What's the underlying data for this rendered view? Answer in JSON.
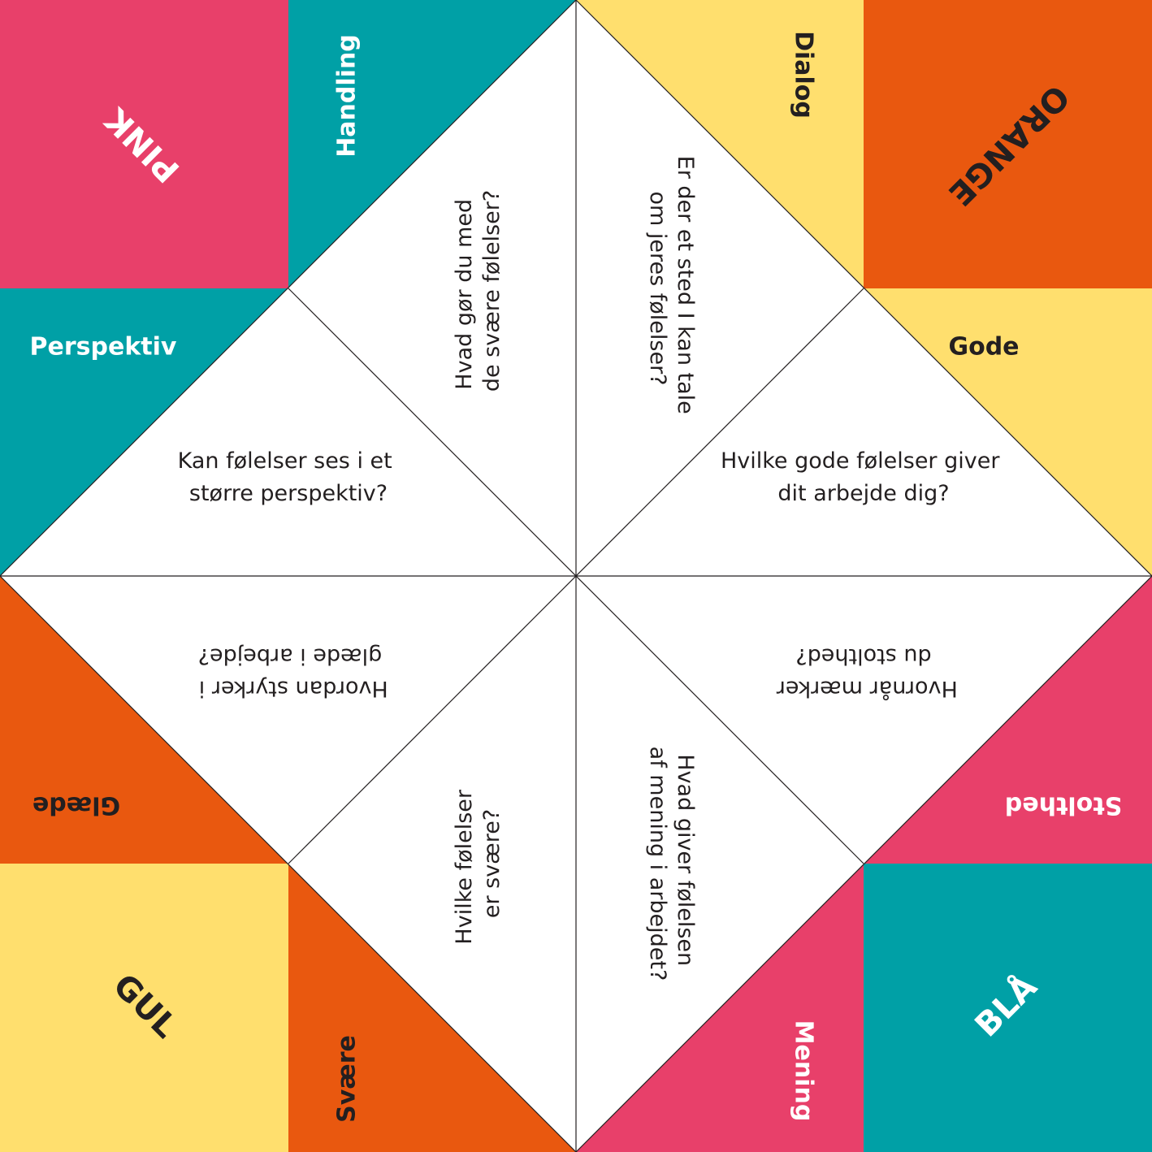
{
  "colors": {
    "pink": "#e8406a",
    "teal": "#00a0a6",
    "yellow": "#ffdf6e",
    "orange": "#e9580f",
    "white": "#ffffff",
    "line": "#231f20",
    "text_dark": "#231f20",
    "text_light": "#ffffff"
  },
  "corners": {
    "pink": "PINK",
    "orange": "ORANGE",
    "gul": "GUL",
    "blaa": "BLÅ"
  },
  "flaps": {
    "handling": "Handling",
    "dialog": "Dialog",
    "perspektiv": "Perspektiv",
    "gode": "Gode",
    "glaede": "Glæde",
    "stolthed": "Stolthed",
    "svaere": "Svære",
    "mening": "Mening"
  },
  "questions": {
    "handling": [
      "Hvad gør du med",
      "de svære følelser?"
    ],
    "dialog": [
      "Er der et sted I kan tale",
      "om jeres følelser?"
    ],
    "perspektiv": [
      "Kan følelser ses i et",
      "større perspektiv?"
    ],
    "gode": [
      "Hvilke gode følelser giver",
      "dit arbejde dig?"
    ],
    "glaede": [
      "Hvordan styrker i",
      "glæde i arbejde?"
    ],
    "stolthed": [
      "Hvornår mærker",
      "du stolthed?"
    ],
    "svaere": [
      "Hvilke følelser",
      "er svære?"
    ],
    "mening": [
      "Hvad giver følelsen",
      "af mening i arbejdet?"
    ]
  }
}
